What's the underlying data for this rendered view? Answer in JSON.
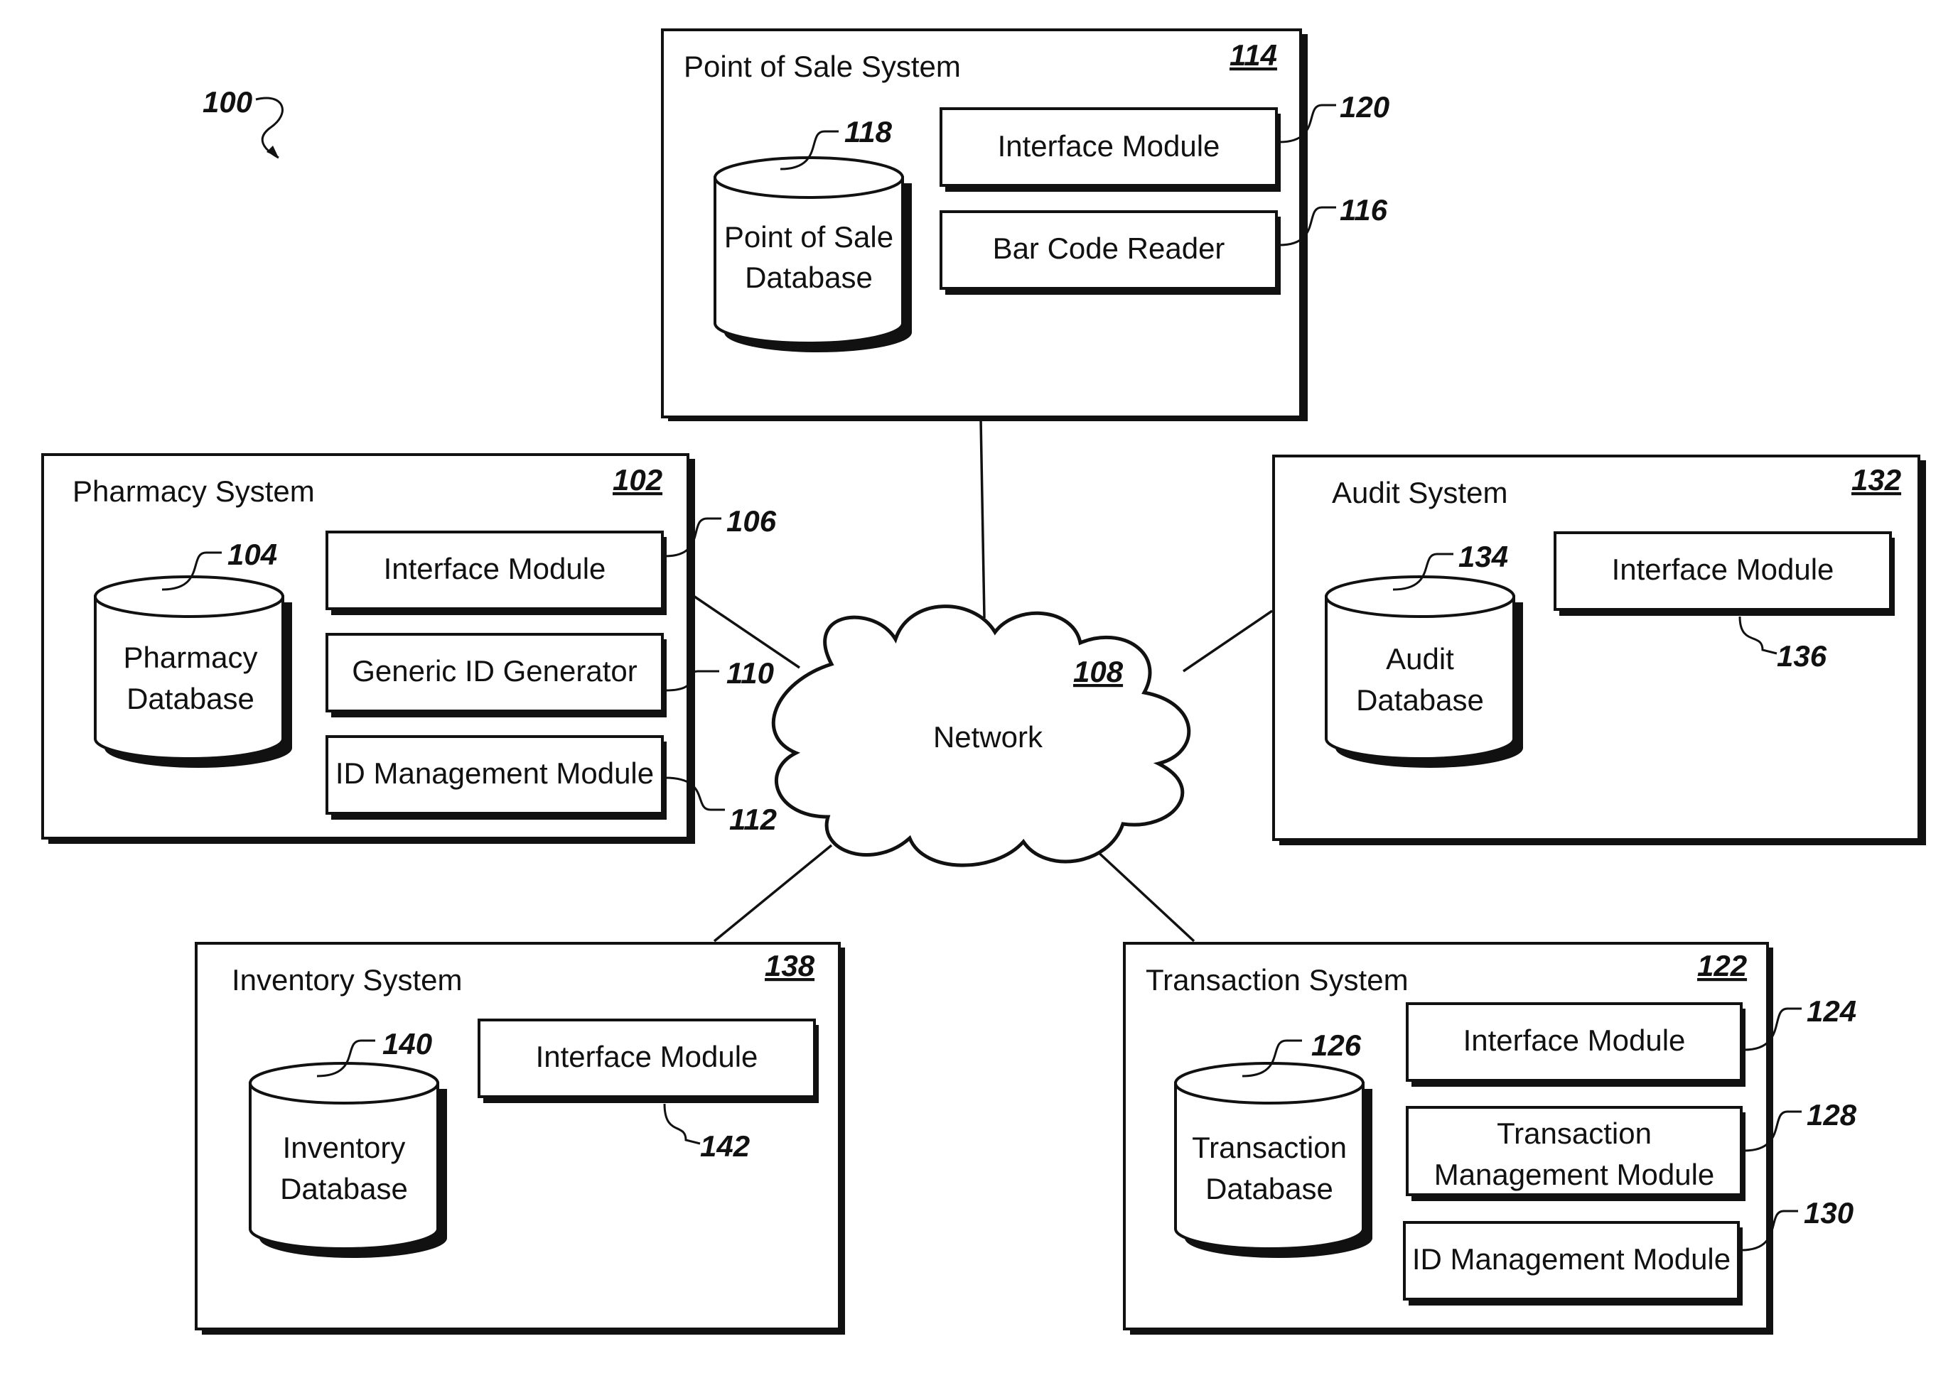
{
  "figure_ref": "100",
  "network": {
    "label": "Network",
    "ref": "108"
  },
  "systems": {
    "pos": {
      "title": "Point of Sale System",
      "ref": "114",
      "db": {
        "line1": "Point of Sale",
        "line2": "Database",
        "ref": "118"
      },
      "modules": [
        {
          "label": "Interface Module",
          "ref": "120"
        },
        {
          "label": "Bar Code Reader",
          "ref": "116"
        }
      ]
    },
    "pharmacy": {
      "title": "Pharmacy System",
      "ref": "102",
      "db": {
        "line1": "Pharmacy",
        "line2": "Database",
        "ref": "104"
      },
      "modules": [
        {
          "label": "Interface Module",
          "ref": "106"
        },
        {
          "label": "Generic ID Generator",
          "ref": "110"
        },
        {
          "label": "ID Management Module",
          "ref": "112"
        }
      ]
    },
    "audit": {
      "title": "Audit System",
      "ref": "132",
      "db": {
        "line1": "Audit",
        "line2": "Database",
        "ref": "134"
      },
      "modules": [
        {
          "label": "Interface Module",
          "ref": "136"
        }
      ]
    },
    "inventory": {
      "title": "Inventory System",
      "ref": "138",
      "db": {
        "line1": "Inventory",
        "line2": "Database",
        "ref": "140"
      },
      "modules": [
        {
          "label": "Interface Module",
          "ref": "142"
        }
      ]
    },
    "transaction": {
      "title": "Transaction System",
      "ref": "122",
      "db": {
        "line1": "Transaction",
        "line2": "Database",
        "ref": "126"
      },
      "modules": [
        {
          "label": "Interface Module",
          "ref": "124"
        },
        {
          "label": "Transaction",
          "label2": "Management Module",
          "ref": "128"
        },
        {
          "label": "ID Management Module",
          "ref": "130"
        }
      ]
    }
  }
}
